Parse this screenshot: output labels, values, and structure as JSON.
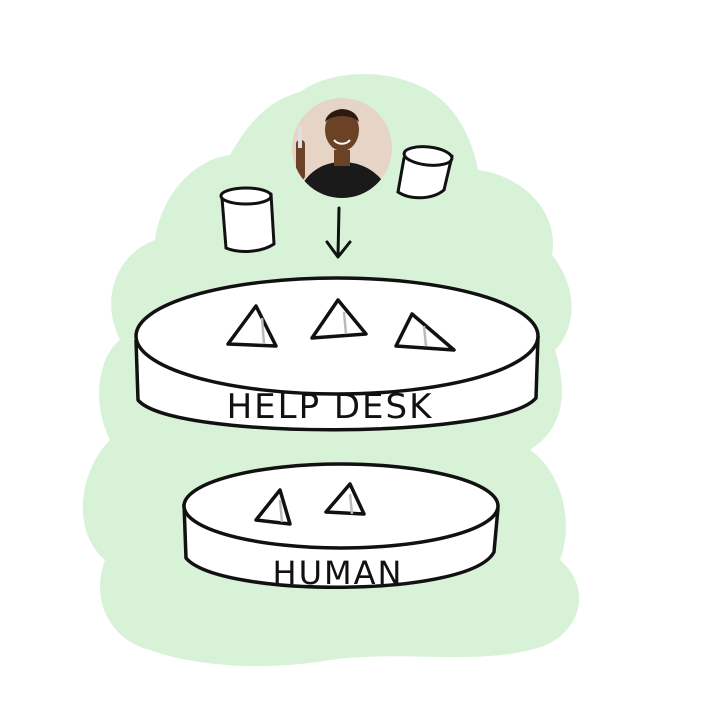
{
  "diagram": {
    "layers": [
      {
        "label": "HELP DESK",
        "triangle_count": 3
      },
      {
        "label": "HUMAN",
        "triangle_count": 2
      }
    ],
    "colors": {
      "blob": "#d8f2d8",
      "ink": "#111111",
      "skin": "#6b4226",
      "shirt": "#1a1a1a",
      "photo_bg": "#e6d5c6"
    },
    "icons": [
      "person-avatar-icon",
      "cylinder-icon",
      "cylinder-icon",
      "arrow-down-icon"
    ]
  }
}
